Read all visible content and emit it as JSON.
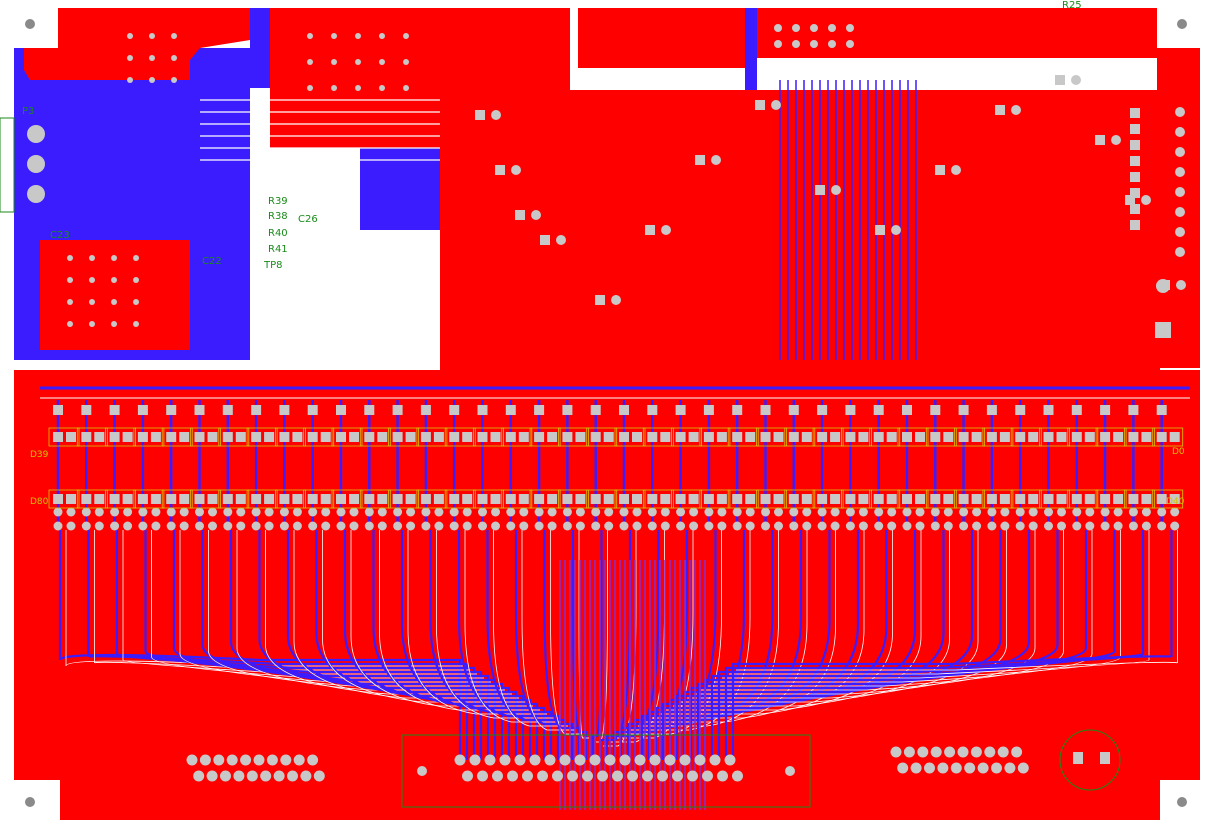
{
  "board": {
    "colors": {
      "copper_top": "#ff0000",
      "copper_bottom": "#3b1cff",
      "pad": "#c8c8c8",
      "silkscreen": "#1a8a1a",
      "silk_yellow": "#d4c400",
      "background": "#ffffff",
      "mount_hole": "#8a8a8a"
    },
    "labels": [
      {
        "text": "P3",
        "name": "label-p3"
      },
      {
        "text": "C23",
        "name": "label-c23"
      },
      {
        "text": "C22",
        "name": "label-c22"
      },
      {
        "text": "C26",
        "name": "label-c26"
      },
      {
        "text": "R25",
        "name": "label-r25"
      },
      {
        "text": "R39",
        "name": "label-r39"
      },
      {
        "text": "R38",
        "name": "label-r38"
      },
      {
        "text": "R40",
        "name": "label-r40"
      },
      {
        "text": "R41",
        "name": "label-r41"
      },
      {
        "text": "TP8",
        "name": "label-tp8"
      },
      {
        "text": "D39",
        "name": "label-d39"
      },
      {
        "text": "D80",
        "name": "label-d80"
      },
      {
        "text": "D0",
        "name": "label-d0"
      },
      {
        "text": "D40",
        "name": "label-d40"
      }
    ],
    "led_column_count": 40,
    "connector_left_pins": 20,
    "connector_center_pins": 37,
    "connector_right_pins": 20
  }
}
